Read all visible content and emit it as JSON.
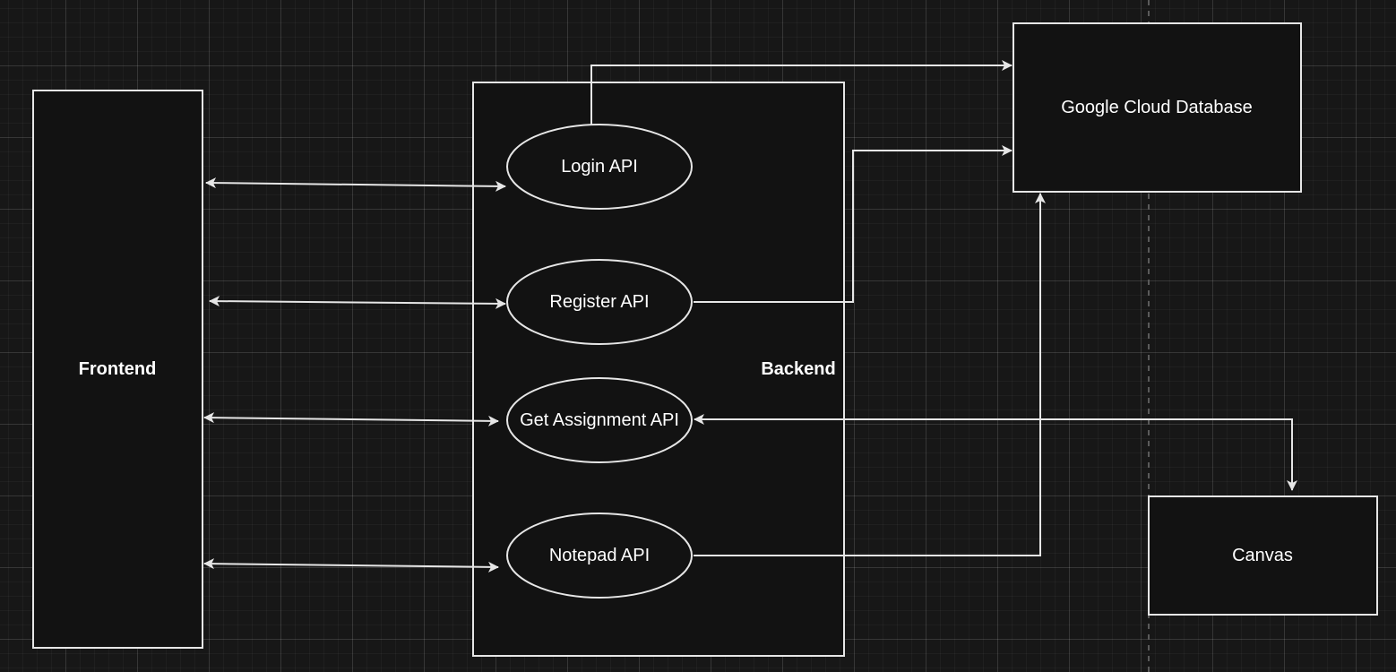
{
  "colors": {
    "background": "#171717",
    "node_fill": "#121212",
    "stroke": "#e6e6e6",
    "text": "#ffffff"
  },
  "nodes": {
    "frontend": "Frontend",
    "backend": "Backend",
    "login_api": "Login API",
    "register_api": "Register API",
    "get_assignment_api": "Get Assignment API",
    "notepad_api": "Notepad API",
    "google_cloud_database": "Google Cloud Database",
    "canvas": "Canvas"
  }
}
